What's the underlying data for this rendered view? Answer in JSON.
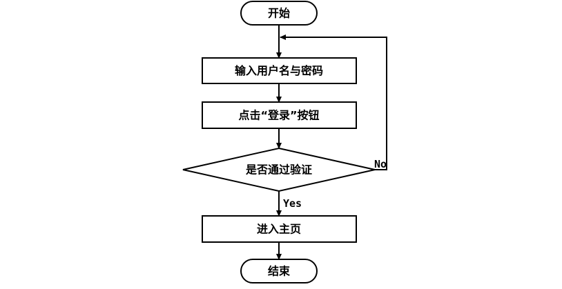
{
  "flowchart": {
    "start": {
      "label": "开始"
    },
    "input_credentials": {
      "label": "输入用户名与密码"
    },
    "click_login": {
      "label": "点击“登录”按钮"
    },
    "verify": {
      "label": "是否通过验证"
    },
    "enter_home": {
      "label": "进入主页"
    },
    "end": {
      "label": "结束"
    },
    "edge_yes": {
      "label": "Yes"
    },
    "edge_no": {
      "label": "No"
    }
  }
}
